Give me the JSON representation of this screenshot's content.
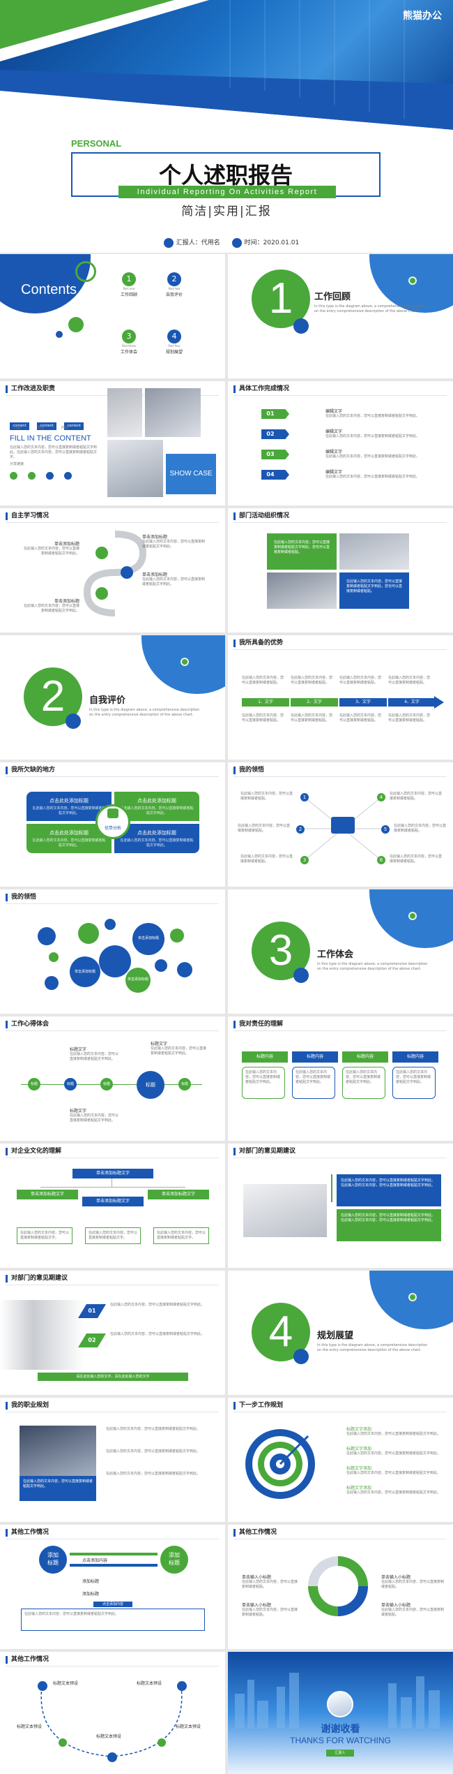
{
  "cover": {
    "brand": "熊猫办公",
    "personal": "PERSONAL",
    "title": "个人述职报告",
    "subtitle": "Individual Reporting On Activities Report",
    "tagline": "简洁|实用|汇报",
    "reporter": "汇报人：代用名",
    "date": "时间：2020.01.01"
  },
  "contents": {
    "title": "Contents",
    "items": [
      {
        "num": "1",
        "part": "Part one",
        "label": "工作回顾"
      },
      {
        "num": "2",
        "part": "Part two",
        "label": "自我评价"
      },
      {
        "num": "3",
        "part": "Part three",
        "label": "工作体会"
      },
      {
        "num": "4",
        "part": "Part four",
        "label": "规划展望"
      }
    ]
  },
  "section_desc": "In this type is the diagram above, a comprehensive description on the entry comprehensive description of the above chart.",
  "sections": [
    {
      "num": "1",
      "title": "工作回顾"
    },
    {
      "num": "2",
      "title": "自我评价"
    },
    {
      "num": "3",
      "title": "工作体会"
    },
    {
      "num": "4",
      "title": "规划展望"
    }
  ],
  "titles": {
    "s3": "工作改进及职责",
    "s4": "具体工作完成情况",
    "s5": "自主学习情况",
    "s6": "部门活动组织情况",
    "s8": "我所具备的优势",
    "s9": "我所欠缺的地方",
    "s10": "我的领悟",
    "s11": "我的领悟",
    "s13": "工作心得体会",
    "s14": "我对责任的理解",
    "s15": "对企业文化的理解",
    "s16": "对部门的意见期建议",
    "s17": "对部门的意见期建议",
    "s19": "我的职业规划",
    "s20": "下一步工作规划",
    "s21": "其他工作情况",
    "s22": "其他工作情况",
    "s23": "其他工作情况"
  },
  "s3": {
    "tags": [
      "content",
      "content",
      "content"
    ],
    "tag_subs": [
      "内容",
      "内容",
      "内容"
    ],
    "fill": "FILL IN THE CONTENT",
    "body": "在此输入您的文本内容，您可以直接复制或者粘贴文字到此。在此输入您的文本内容，您可以直接复制或者粘贴文字。",
    "share": "分享链接",
    "showcase": "SHOW CASE"
  },
  "s4": {
    "items": [
      {
        "num": "01",
        "title": "编辑文字"
      },
      {
        "num": "02",
        "title": "编辑文字"
      },
      {
        "num": "03",
        "title": "编辑文字"
      },
      {
        "num": "04",
        "title": "编辑文字"
      }
    ],
    "desc": "在此输入您的文本内容，您可以直接复制或者粘贴文字到此。"
  },
  "s5": {
    "item": "单击添加标题",
    "desc": "在此输入您的文本内容，您可以直接复制或者粘贴文字到此。"
  },
  "s6": {
    "desc": "在此输入您的文本内容，您可以直接复制或者粘贴文字到此，您也可以直接复制或者粘贴。"
  },
  "s8": {
    "steps": [
      "1、文字",
      "2、文字",
      "3、文字",
      "4、文字"
    ],
    "desc": "在此输入您的文本内容，您可以直接复制或者粘贴。"
  },
  "s9": {
    "cards": [
      "点击此处添加标题",
      "点击此处添加标题",
      "点击此处添加标题",
      "点击此处添加标题"
    ],
    "center": "优势分析",
    "desc": "在此输入您的文本内容，您可以直接复制或者粘贴文字到此。"
  },
  "s10": {
    "nums": [
      "1",
      "2",
      "3",
      "4",
      "5",
      "6"
    ],
    "desc": "在此输入您的文本内容，您可以直接复制或者粘贴。"
  },
  "s11": {
    "labels": [
      "单击添加标题",
      "单击添加标题",
      "单击添加标题"
    ]
  },
  "s13": {
    "title": "标题文字",
    "desc": "在此输入您的文本内容，您可以直接复制或者粘贴文字到此。",
    "center": "标题",
    "nodes": [
      "标题",
      "标题",
      "标题"
    ]
  },
  "s14": {
    "tags": [
      "标题内容",
      "标题内容",
      "标题内容",
      "标题内容"
    ],
    "desc": "在此输入您的文本内容，您可以直接复制或者粘贴文字到此。"
  },
  "s15": {
    "top": "单击添加标题文字",
    "mid": "单击添加标题文字",
    "left": "单击添加标题文字",
    "right": "单击添加标题文字",
    "desc": "在此输入您的文本内容，您可以直接复制或者粘贴文字。"
  },
  "s16": {
    "desc": "在此输入您的文本内容，您可以直接复制或者粘贴文字到此。在此输入您的文本内容，您可以直接复制或者粘贴文字到此。"
  },
  "s17": {
    "nums": [
      "01",
      "02"
    ],
    "bar": "请在此处输入您的文字，请在此处输入您的文字",
    "desc": "在此输入您的文本内容，您可以直接复制或者粘贴文字到此。"
  },
  "s19": {
    "box": "在此输入您的文本内容，您可以直接复制或者粘贴文字到此。",
    "desc": "在此输入您的文本内容，您可以直接复制或者粘贴文字到此。"
  },
  "s20": {
    "items": [
      "标题文字添加",
      "标题文字添加",
      "标题文字添加",
      "标题文字添加"
    ],
    "desc": "在此输入您的文本内容，您可以直接复制或者粘贴文字到此。"
  },
  "s21": {
    "left": "添加\n标题",
    "right": "添加\n标题",
    "center": "点击添加内容",
    "col1": "添加标题",
    "col2": "添加标题",
    "mid": "点击添加内容",
    "desc": "在此输入您的文本内容，您可以直接复制或者粘贴文字到此。"
  },
  "s22": {
    "labels": [
      "单击输入小标题",
      "单击输入小标题",
      "单击输入小标题",
      "单击输入小标题"
    ],
    "desc": "在此输入您的文本内容，您可以直接复制或者粘贴。"
  },
  "s23": {
    "labels": [
      "标题文本预设",
      "标题文本预设",
      "标题文本预设",
      "标题文本预设",
      "标题文本预设"
    ],
    "desc": "在此输入您的文本内容，您可以直接复制。"
  },
  "thanks": {
    "cn": "谢谢收看",
    "en": "THANKS FOR WATCHING",
    "badge": "汇报人"
  }
}
